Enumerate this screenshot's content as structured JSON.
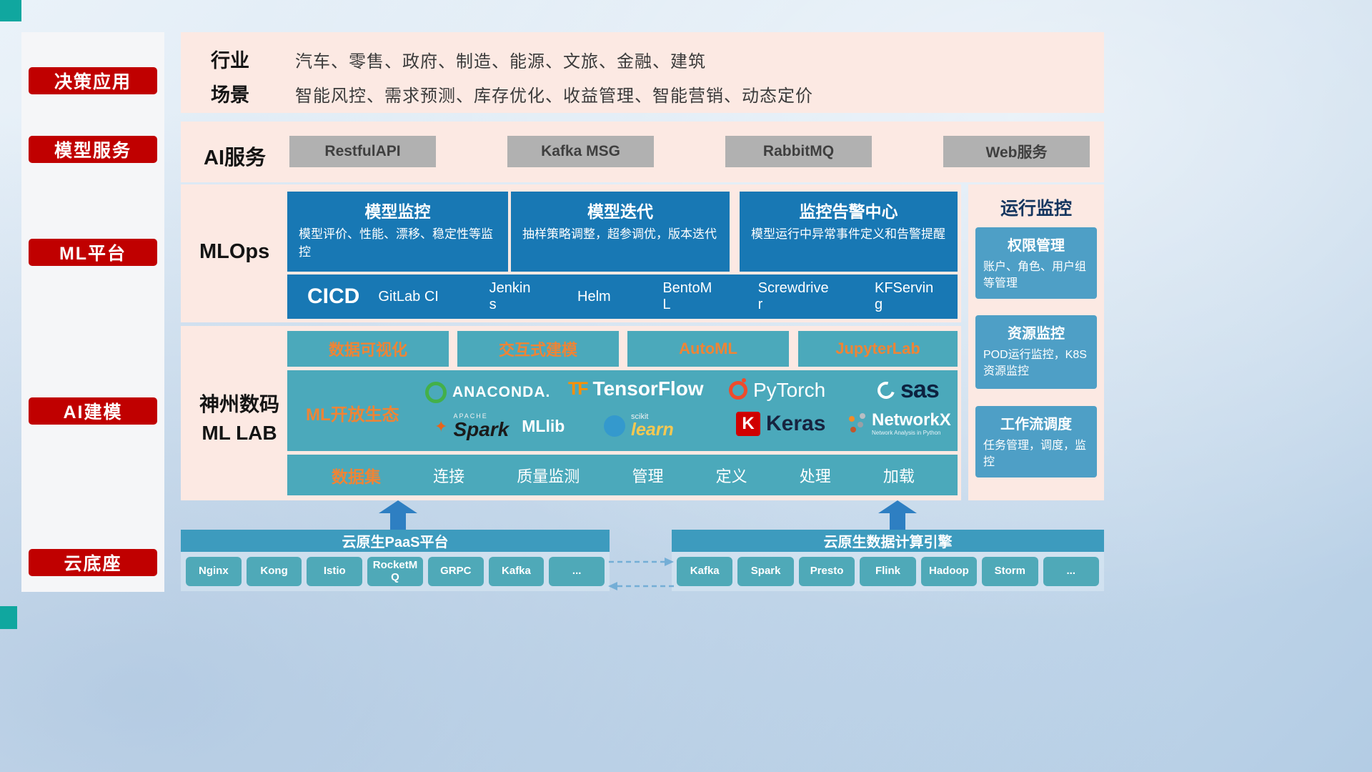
{
  "colors": {
    "accent_red": "#C00000",
    "panel_pink": "#FCE9E3",
    "mlops_blue": "#1878B4",
    "lab_teal": "#4BA9BB",
    "monitor_blue": "#4E9FC6",
    "highlight_orange": "#EF8435",
    "banner_blue": "#3D9BBE",
    "chip_teal": "#4FA9B8",
    "button_gray": "#B1B1B1",
    "corner_teal": "#10A79F"
  },
  "sidebar": {
    "items": [
      {
        "label": "决策应用"
      },
      {
        "label": "模型服务"
      },
      {
        "label": "ML平台"
      },
      {
        "label": "AI建模"
      },
      {
        "label": "云底座"
      }
    ]
  },
  "industry": {
    "rows": [
      {
        "label": "行业",
        "value": "汽车、零售、政府、制造、能源、文旅、金融、建筑"
      },
      {
        "label": "场景",
        "value": "智能风控、需求预测、库存优化、收益管理、智能营销、动态定价"
      }
    ]
  },
  "ai_service": {
    "label": "AI服务",
    "buttons": [
      "RestfulAPI",
      "Kafka MSG",
      "RabbitMQ",
      "Web服务"
    ]
  },
  "mlops": {
    "label": "MLOps",
    "cards": [
      {
        "title": "模型监控",
        "desc": "模型评价、性能、漂移、稳定性等监控"
      },
      {
        "title": "模型迭代",
        "desc": "抽样策略调整，超参调优，版本迭代"
      },
      {
        "title": "监控告警中心",
        "desc": "模型运行中异常事件定义和告警提醒"
      }
    ],
    "cicd_title": "CICD",
    "cicd_items": [
      "GitLab CI",
      "Jenkins",
      "Helm",
      "BentoML",
      "Screwdriver",
      "KFServing"
    ]
  },
  "monitoring": {
    "title": "运行监控",
    "cards": [
      {
        "title": "权限管理",
        "desc": "账户、角色、用户组等管理"
      },
      {
        "title": "资源监控",
        "desc": "POD运行监控，K8S资源监控"
      },
      {
        "title": "工作流调度",
        "desc": "任务管理，调度，监控"
      }
    ]
  },
  "mllab": {
    "label_line1": "神州数码",
    "label_line2": "ML LAB",
    "tools": [
      "数据可视化",
      "交互式建模",
      "AutoML",
      "JupyterLab"
    ],
    "eco_label": "ML开放生态",
    "logos": {
      "anaconda": "ANACONDA.",
      "tensorflow_icon": "TF",
      "tensorflow": "TensorFlow",
      "pytorch": "PyTorch",
      "sas": "sas",
      "spark_star": "✦",
      "spark_apache": "APACHE",
      "spark": "Spark",
      "mllib": "MLlib",
      "sklearn_top": "scikit",
      "sklearn": "learn",
      "keras_k": "K",
      "keras": "Keras",
      "networkx": "NetworkX",
      "networkx_sub": "Network Analysis in Python"
    },
    "dataset": {
      "label": "数据集",
      "items": [
        "连接",
        "质量监测",
        "管理",
        "定义",
        "处理",
        "加载"
      ]
    }
  },
  "cloud": {
    "paas": {
      "title": "云原生PaaS平台",
      "items": [
        "Nginx",
        "Kong",
        "Istio",
        "RocketMQ",
        "GRPC",
        "Kafka",
        "..."
      ]
    },
    "engine": {
      "title": "云原生数据计算引擎",
      "items": [
        "Kafka",
        "Spark",
        "Presto",
        "Flink",
        "Hadoop",
        "Storm",
        "..."
      ]
    }
  }
}
